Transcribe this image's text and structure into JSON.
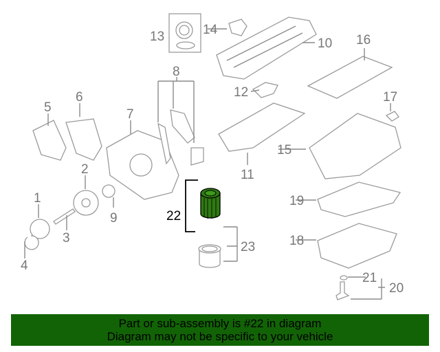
{
  "diagram": {
    "callouts": {
      "c1": "1",
      "c2": "2",
      "c3": "3",
      "c4": "4",
      "c5": "5",
      "c6": "6",
      "c7": "7",
      "c8": "8",
      "c9": "9",
      "c10": "10",
      "c11": "11",
      "c12": "12",
      "c13": "13",
      "c14": "14",
      "c15": "15",
      "c16": "16",
      "c17": "17",
      "c18": "18",
      "c19": "19",
      "c20": "20",
      "c21": "21",
      "c22": "22",
      "c23": "23"
    },
    "highlighted_part": "22",
    "highlight_color": "#2f7a12"
  },
  "banner": {
    "line1": "Part or sub-assembly is #22 in diagram",
    "line2": "Diagram may not be specific to your vehicle",
    "background": "#126306"
  }
}
